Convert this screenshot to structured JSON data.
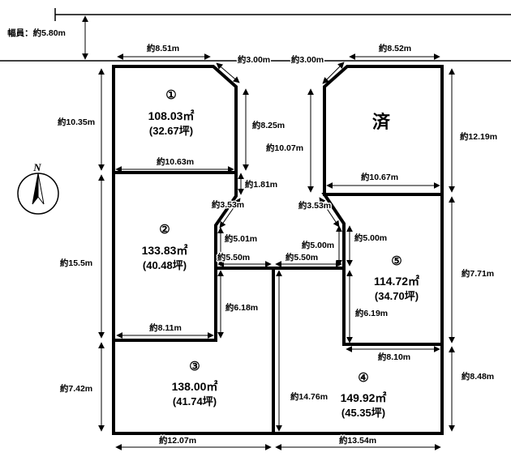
{
  "page": {
    "background": "#ffffff",
    "line_color": "#000000"
  },
  "road": {
    "width_label": "幅員：約5.80m"
  },
  "compass": {
    "north_label": "N"
  },
  "plots": [
    {
      "number": "①",
      "area": "108.03㎡",
      "tsubo": "(32.67坪)"
    },
    {
      "number": "②",
      "area": "133.83㎡",
      "tsubo": "(40.48坪)"
    },
    {
      "number": "③",
      "area": "138.00㎡",
      "tsubo": "(41.74坪)"
    },
    {
      "number": "④",
      "area": "149.92㎡",
      "tsubo": "(45.35坪)"
    },
    {
      "number": "⑤",
      "area": "114.72㎡",
      "tsubo": "(34.70坪)"
    }
  ],
  "sold_plot": {
    "status": "済"
  },
  "dims": {
    "top_left_frontage": "約8.51m",
    "splay_left": "約3.00m",
    "splay_right": "約3.00m",
    "top_right_frontage": "約8.52m",
    "p1_left": "約10.35m",
    "p1_right": "約8.25m",
    "p1_bottom": "約10.63m",
    "sold_left": "約10.07m",
    "sold_right": "約12.19m",
    "sold_bottom": "約10.67m",
    "seg_1_81": "約1.81m",
    "seg_3_53_left": "約3.53m",
    "seg_3_53_right": "約3.53m",
    "seg_5_01": "約5.01m",
    "seg_5_00_a": "約5.00m",
    "seg_5_00_b": "約5.00m",
    "drive_width_left": "約5.50m",
    "drive_width_right": "約5.50m",
    "seg_6_18": "約6.18m",
    "seg_6_19": "約6.19m",
    "p2_left": "約15.5m",
    "p2_bottom": "約8.11m",
    "p3_left": "約7.42m",
    "p3_bottom": "約12.07m",
    "p4_right": "約8.48m",
    "p4_bottom": "約13.54m",
    "p4_depth": "約14.76m",
    "p5_right": "約7.71m",
    "p5_bottom": "約8.10m"
  }
}
